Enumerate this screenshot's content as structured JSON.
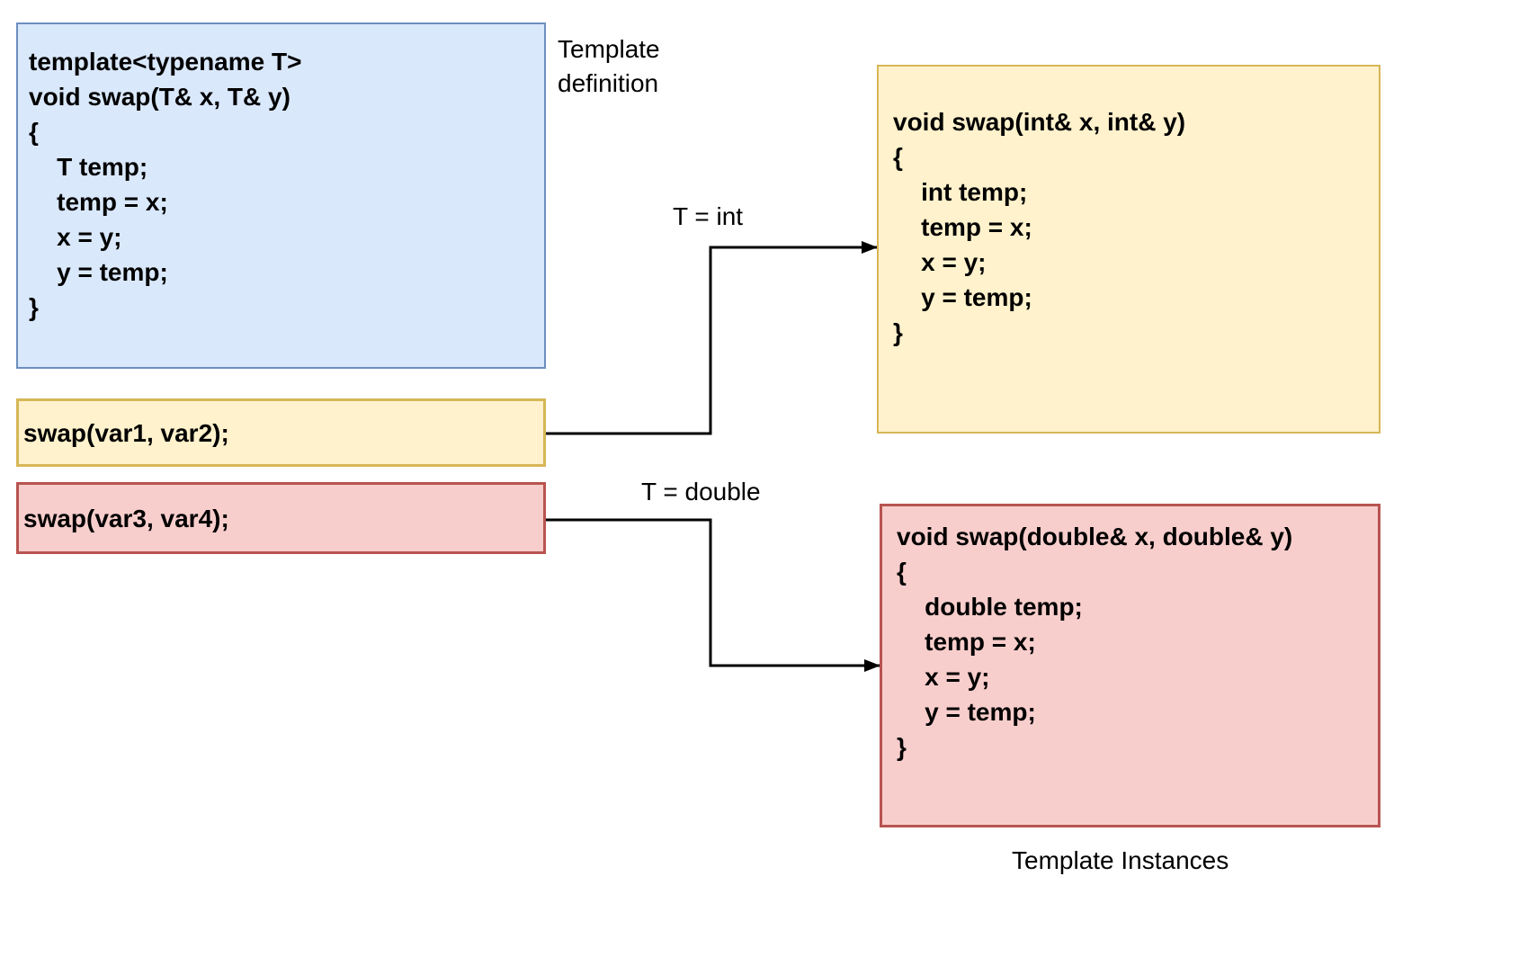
{
  "colors": {
    "blue_fill": "#dae8fc",
    "blue_border": "#6c8ebf",
    "yellow_fill": "#fff2cc",
    "yellow_border": "#d6b656",
    "red_fill": "#f8cecc",
    "red_border": "#b85450",
    "arrow": "#000000",
    "text": "#000000",
    "background": "#ffffff"
  },
  "boxes": {
    "template_definition": {
      "code": "template<typename T>\nvoid swap(T& x, T& y)\n{\n    T temp;\n    temp = x;\n    x = y;\n    y = temp;\n}"
    },
    "call_int": {
      "code": "swap(var1, var2);"
    },
    "call_double": {
      "code": "swap(var3, var4);"
    },
    "instance_int": {
      "code": "void swap(int& x, int& y)\n{\n    int temp;\n    temp = x;\n    x = y;\n    y = temp;\n}"
    },
    "instance_double": {
      "code": "void swap(double& x, double& y)\n{\n    double temp;\n    temp = x;\n    x = y;\n    y = temp;\n}"
    }
  },
  "labels": {
    "template_definition": "Template definition",
    "t_int": "T = int",
    "t_double": "T = double",
    "template_instances": "Template Instances"
  }
}
